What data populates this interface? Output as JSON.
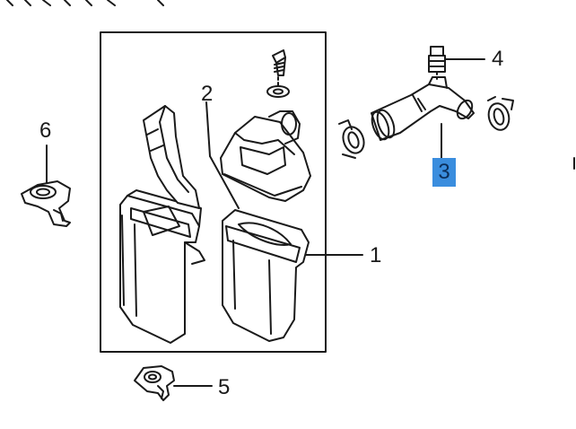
{
  "diagram": {
    "callouts": {
      "housing_assembly": "1",
      "filter_element": "2",
      "intake_hose": "3",
      "vacuum_fitting": "4",
      "clip_bottom": "5",
      "bracket_left": "6"
    },
    "highlight_color": "#3a8dde",
    "line_color": "#1a1a1a"
  }
}
